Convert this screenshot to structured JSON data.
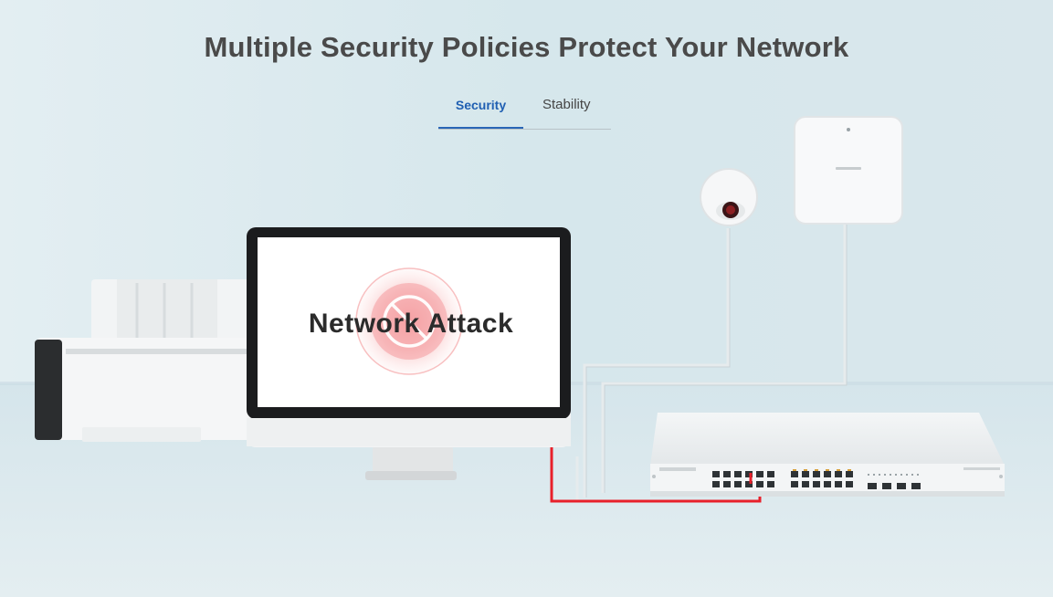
{
  "header": {
    "title": "Multiple Security Policies Protect Your Network"
  },
  "tabs": [
    {
      "label": "Security",
      "active": true
    },
    {
      "label": "Stability",
      "active": false
    }
  ],
  "scene": {
    "monitor_text": "Network Attack",
    "accent_color": "#e8202a",
    "tab_active_color": "#1f5fb2"
  }
}
